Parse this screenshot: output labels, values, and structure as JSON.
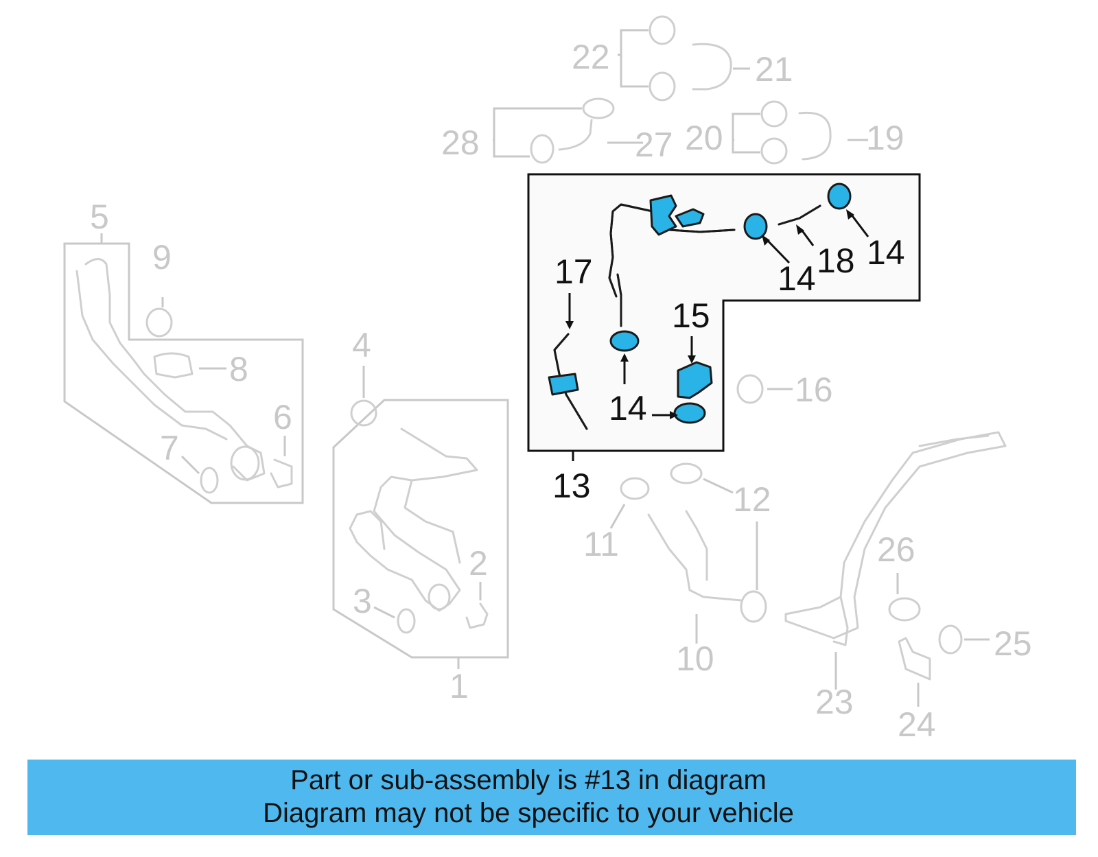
{
  "highlight_color": "#2ab3e6",
  "banner_color": "#4fb8ee",
  "callouts": {
    "c1": "1",
    "c2": "2",
    "c3": "3",
    "c4": "4",
    "c5": "5",
    "c6": "6",
    "c7": "7",
    "c8": "8",
    "c9": "9",
    "c10": "10",
    "c11": "11",
    "c12": "12",
    "c13": "13",
    "c14": "14",
    "c15": "15",
    "c16": "16",
    "c17": "17",
    "c18": "18",
    "c19": "19",
    "c20": "20",
    "c21": "21",
    "c22": "22",
    "c23": "23",
    "c24": "24",
    "c25": "25",
    "c26": "26",
    "c27": "27",
    "c28": "28"
  },
  "banner": {
    "line1": "Part or sub-assembly is #13 in diagram",
    "line2": "Diagram may not be specific to your vehicle"
  }
}
